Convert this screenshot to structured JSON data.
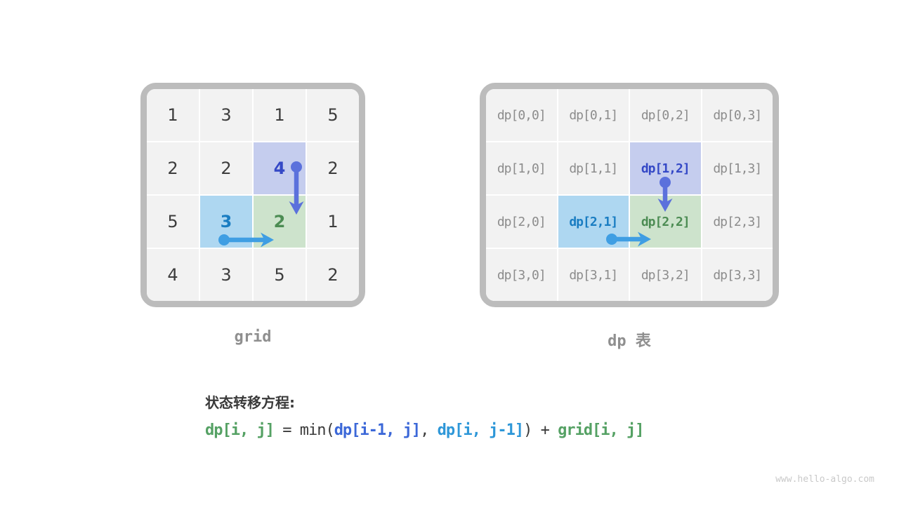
{
  "left_grid": {
    "caption": "grid",
    "rows": [
      [
        "1",
        "3",
        "1",
        "5"
      ],
      [
        "2",
        "2",
        "4",
        "2"
      ],
      [
        "5",
        "3",
        "2",
        "1"
      ],
      [
        "4",
        "3",
        "5",
        "2"
      ]
    ]
  },
  "dp_table": {
    "caption": "dp 表",
    "rows": [
      [
        "dp[0,0]",
        "dp[0,1]",
        "dp[0,2]",
        "dp[0,3]"
      ],
      [
        "dp[1,0]",
        "dp[1,1]",
        "dp[1,2]",
        "dp[1,3]"
      ],
      [
        "dp[2,0]",
        "dp[2,1]",
        "dp[2,2]",
        "dp[2,3]"
      ],
      [
        "dp[3,0]",
        "dp[3,1]",
        "dp[3,2]",
        "dp[3,3]"
      ]
    ]
  },
  "highlights": {
    "purple_cells": [
      "grid r1c2 (4)",
      "dp[1,2]"
    ],
    "blue_cells": [
      "grid r2c1 (3)",
      "dp[2,1]"
    ],
    "green_cells": [
      "grid r2c2 (2)",
      "dp[2,2]"
    ]
  },
  "formula": {
    "heading": "状态转移方程:",
    "parts": [
      {
        "text": "dp[i, j]",
        "role": "green"
      },
      {
        "text": " = min(",
        "role": "plain"
      },
      {
        "text": "dp[i-1, j]",
        "role": "indigo"
      },
      {
        "text": ", ",
        "role": "plain"
      },
      {
        "text": "dp[i, j-1]",
        "role": "blue"
      },
      {
        "text": ") + ",
        "role": "plain"
      },
      {
        "text": "grid[i, j]",
        "role": "green"
      }
    ]
  },
  "colors": {
    "page_bg": "#ffffff",
    "grid_border": "#bcbcbc",
    "cell_bg": "#f2f2f2",
    "cell_divider": "#ffffff",
    "number_text": "#3d3d3d",
    "dp_text": "#8c8c8c",
    "purple_bg": "#c5cdee",
    "purple_text": "#3448c6",
    "blue_bg": "#aed7f1",
    "blue_text": "#1a7dc2",
    "green_bg": "#cde3cc",
    "green_text": "#4c8c53",
    "arrow_indigo": "#5b71dc",
    "arrow_blue": "#3f9ee3",
    "formula_plain": "#3a3a3a",
    "formula_green": "#55a164",
    "formula_indigo": "#3c68d8",
    "formula_blue": "#2e97d8",
    "caption_text": "#8f8f8f",
    "watermark_text": "#c9c9c9"
  },
  "watermark": "www.hello-algo.com"
}
